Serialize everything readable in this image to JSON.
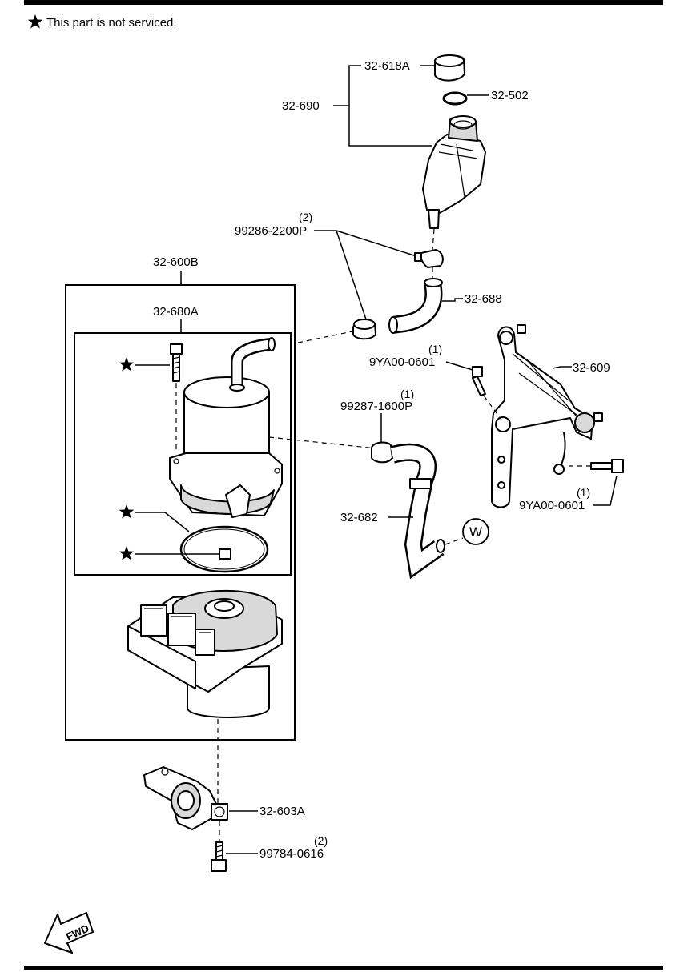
{
  "header": {
    "note": "This part is not serviced.",
    "note_icon": "star-icon"
  },
  "callouts": {
    "c_32_618A": "32-618A",
    "c_32_502": "32-502",
    "c_32_690": "32-690",
    "c_99286": "99286-2200P",
    "c_99286_qty": "(2)",
    "c_32_688": "32-688",
    "c_32_600B": "32-600B",
    "c_32_680A": "32-680A",
    "c_9YA00_top": "9YA00-0601",
    "c_9YA00_top_qty": "(1)",
    "c_32_609": "32-609",
    "c_99287": "99287-1600P",
    "c_99287_qty": "(1)",
    "c_9YA00_bot": "9YA00-0601",
    "c_9YA00_bot_qty": "(1)",
    "c_32_682": "32-682",
    "c_W": "W",
    "c_32_603A": "32-603A",
    "c_99784": "99784-0616",
    "c_99784_qty": "(2)"
  },
  "fwd": {
    "label": "FWD"
  }
}
